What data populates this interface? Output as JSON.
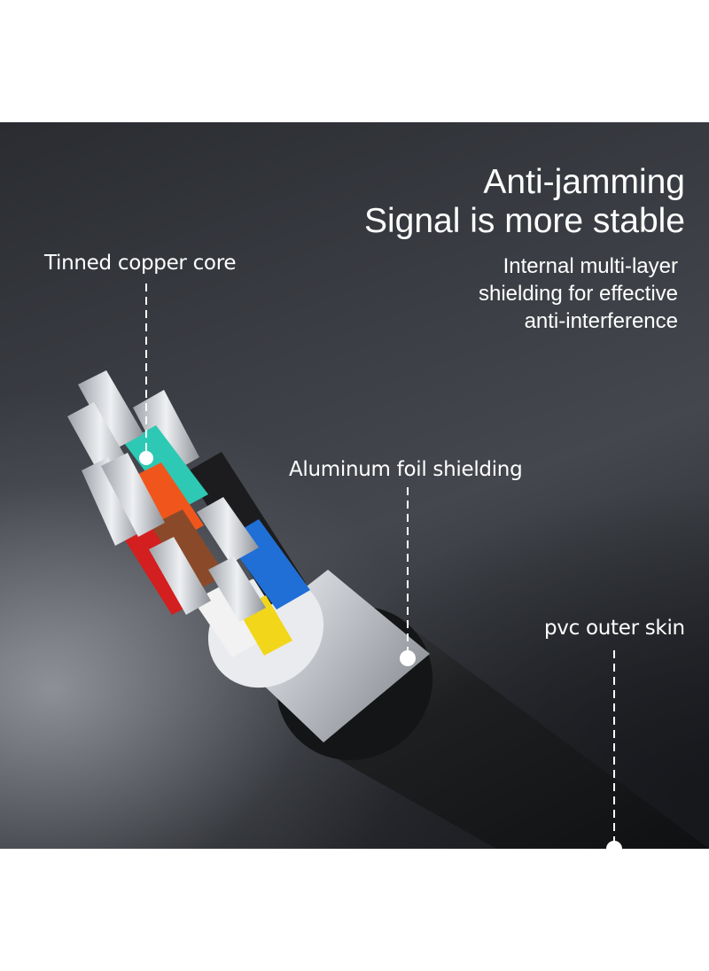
{
  "headline": {
    "line1": "Anti-jamming",
    "line2": "Signal is more stable"
  },
  "subtitle": {
    "line1": "Internal multi-layer",
    "line2": "shielding for effective",
    "line3": "anti-interference"
  },
  "callouts": {
    "core": "Tinned copper core",
    "foil": "Aluminum foil shielding",
    "skin": "pvc outer skin"
  },
  "colors": {
    "background_dark": "#2e3035",
    "outer_skin": "#1b1b1d",
    "foil": "#d8dbdf",
    "wire_cyan": "#2ec9b4",
    "wire_black": "#1c1c1e",
    "wire_orange": "#f0561c",
    "wire_red": "#d31f1f",
    "wire_brown": "#8a4a2a",
    "wire_blue": "#1f6fd6",
    "wire_yellow": "#f2d61a",
    "wire_white": "#f2f2f2"
  }
}
